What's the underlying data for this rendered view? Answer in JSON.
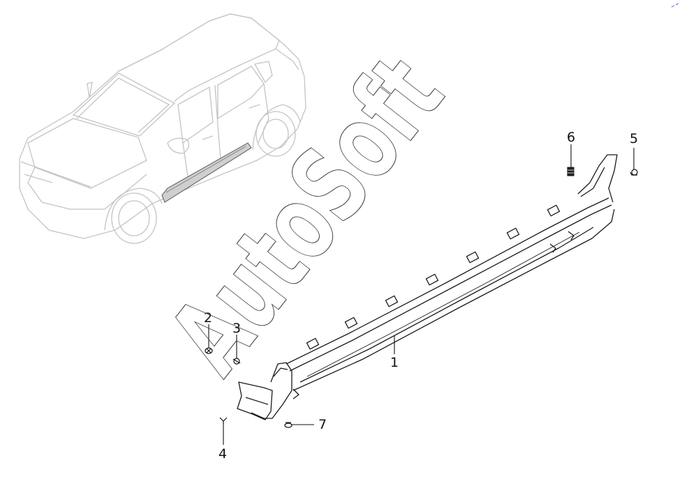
{
  "watermark": "AutoSoft",
  "callouts": {
    "p1": "1",
    "p2": "2",
    "p3": "3",
    "p4": "4",
    "p5": "5",
    "p6": "6",
    "p7": "7"
  },
  "colors": {
    "line": "#111111",
    "car_outline": "#c8c8c8",
    "highlight_fill": "#cfcfcf"
  }
}
